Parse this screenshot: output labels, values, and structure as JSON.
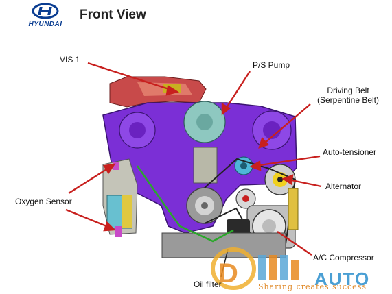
{
  "header": {
    "brand": "HYUNDAI",
    "title": "Front View"
  },
  "labels": {
    "vis1": "VIS 1",
    "ps_pump": "P/S Pump",
    "driving_belt_line1": "Driving Belt",
    "driving_belt_line2": "(Serpentine Belt)",
    "auto_tensioner": "Auto-tensioner",
    "alternator": "Alternator",
    "oxygen_sensor": "Oxygen Sensor",
    "ac_compressor": "A/C Compressor",
    "oil_filter": "Oil filter"
  },
  "watermark": {
    "brand": "AUTO",
    "tagline": "Sharing creates success"
  },
  "colors": {
    "engine_block": "#7b2fd6",
    "intake": "#c84a4a",
    "pointer_arrow": "#c8201e",
    "header_rule": "#222222",
    "brand_blue": "#0a3d91"
  }
}
